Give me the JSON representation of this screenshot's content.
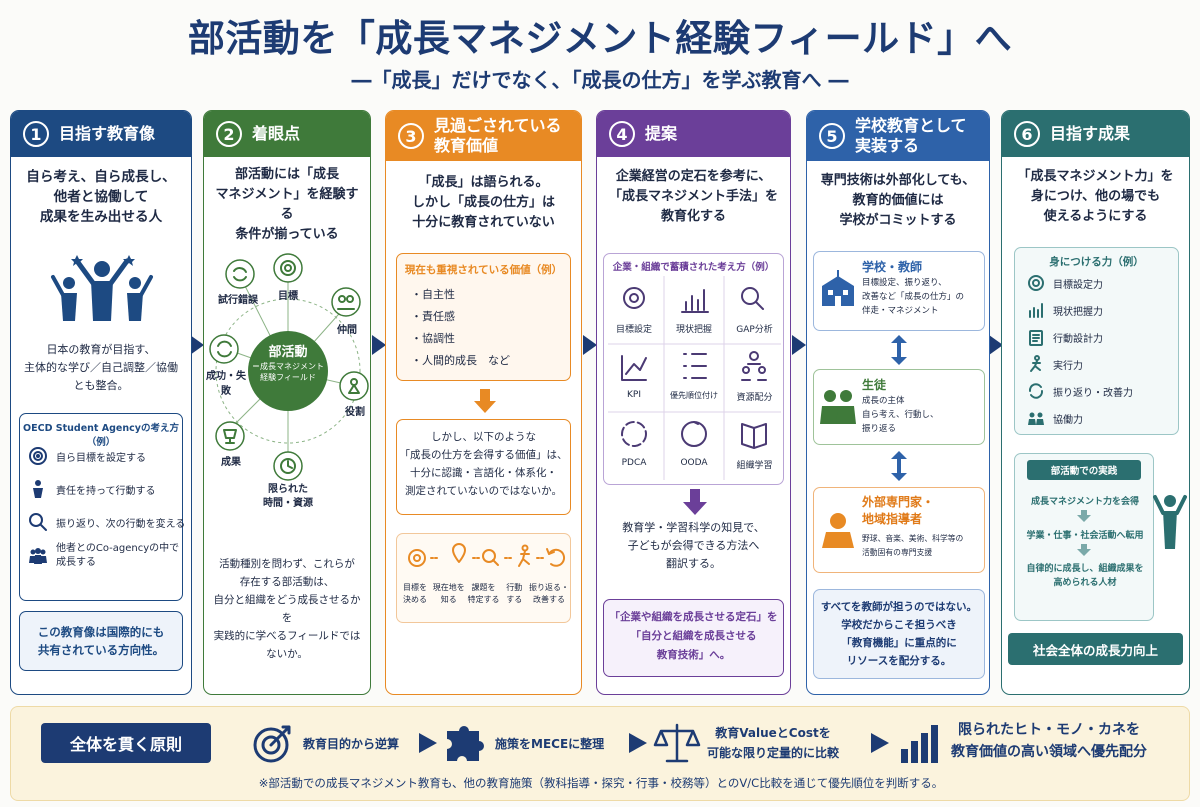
{
  "title": "部活動を「成長マネジメント経験フィールド」へ",
  "subtitle": "―「成長」だけでなく、「成長の仕方」を学ぶ教育へ ―",
  "colors": {
    "col1": "#1d4a82",
    "col2": "#3f7a3a",
    "col3": "#e88a24",
    "col4": "#6b3f99",
    "col5": "#2e62a9",
    "col6": "#2b6f70",
    "navy": "#1d3b73"
  },
  "c1": {
    "num": "1",
    "head": "目指す教育像",
    "lead": "自ら考え、自ら成長し、\n他者と協働して\n成果を生み出せる人",
    "desc": "日本の教育が目指す、\n主体的な学び／自己調整／協働\nとも整合。",
    "oecd_title": "OECD Student Agencyの考え方（例）",
    "oecd_items": [
      "自ら目標を設定する",
      "責任を持って行動する",
      "振り返り、次の行動を変える",
      "他者とのCo-agencyの中で\n成長する"
    ],
    "note": "この教育像は国際的にも\n共有されている方向性。"
  },
  "c2": {
    "num": "2",
    "head": "着眼点",
    "lead": "部活動には「成長\nマネジメント」を経験する\n条件が揃っている",
    "hub": "部活動",
    "hub_sub": "＝成長マネジメント\n経験フィールド",
    "nodes": [
      "目標",
      "仲間",
      "役割",
      "限られた\n時間・資源",
      "成果",
      "成功・失敗",
      "試行錯誤"
    ],
    "desc": "活動種別を問わず、これらが\n存在する部活動は、\n自分と組織をどう成長させるかを\n実践的に学べるフィールドではないか。"
  },
  "c3": {
    "num": "3",
    "head": "見過ごされている\n教育価値",
    "lead": "「成長」は語られる。\nしかし「成長の仕方」は\n十分に教育されていない",
    "box_title": "現在も重視されている価値（例）",
    "box_items": [
      "・自主性",
      "・責任感",
      "・協調性",
      "・人間的成長　など"
    ],
    "box2": "しかし、以下のような\n「成長の仕方を会得する価値」は、\n十分に認識・言語化・体系化・\n測定されていないのではないか。",
    "steps": [
      "目標を\n決める",
      "現在地を\n知る",
      "課題を\n特定する",
      "行動\nする",
      "振り返る・\n改善する"
    ]
  },
  "c4": {
    "num": "4",
    "head": "提案",
    "lead": "企業経営の定石を参考に、\n「成長マネジメント手法」を\n教育化する",
    "grid_title": "企業・組織で蓄積された考え方（例）",
    "grid": [
      "目標設定",
      "現状把握",
      "GAP分析",
      "KPI",
      "優先順位付け",
      "資源配分",
      "PDCA",
      "OODA",
      "組織学習"
    ],
    "desc": "教育学・学習科学の知見で、\n子どもが会得できる方法へ\n翻訳する。",
    "box": "「企業や組織を成長させる定石」を\n「自分と組織を成長させる\n教育技術」へ。"
  },
  "c5": {
    "num": "5",
    "head": "学校教育として\n実装する",
    "lead": "専門技術は外部化しても、\n教育的価値には\n学校がコミットする",
    "teacher_title": "学校・教師",
    "teacher_desc": "目標設定、振り返り、\n改善など「成長の仕方」の\n伴走・マネジメント",
    "student_title": "生徒",
    "student_desc": "成長の主体\n自ら考え、行動し、\n振り返る",
    "expert_title": "外部専門家・\n地域指導者",
    "expert_desc": "野球、音楽、美術、科学等の\n活動固有の専門支援",
    "desc": "すべてを教師が担うのではない。\n学校だからこそ担うべき\n「教育機能」に重点的に\nリソースを配分する。"
  },
  "c6": {
    "num": "6",
    "head": "目指す成果",
    "lead": "「成長マネジメント力」を\n身につけ、他の場でも\n使えるようにする",
    "skills_title": "身につける力（例）",
    "skills": [
      "目標設定力",
      "現状把握力",
      "行動設計力",
      "実行力",
      "振り返り・改善力",
      "協働力"
    ],
    "flow_title": "部活動での実践",
    "flow": [
      "成長マネジメント力を会得",
      "学業・仕事・社会活動へ転用",
      "自律的に成長し、組織成果を\n高められる人材"
    ],
    "final": "社会全体の成長力向上"
  },
  "principle": {
    "label": "全体を貫く原則",
    "items": [
      "教育目的から逆算",
      "施策をMECEに整理",
      "教育ValueとCostを\n可能な限り定量的に比較",
      "限られたヒト・モノ・カネを\n教育価値の高い領域へ優先配分"
    ]
  },
  "footnote": "※部活動での成長マネジメント教育も、他の教育施策（教科指導・探究・行事・校務等）とのV/C比較を通じて優先順位を判断する。"
}
